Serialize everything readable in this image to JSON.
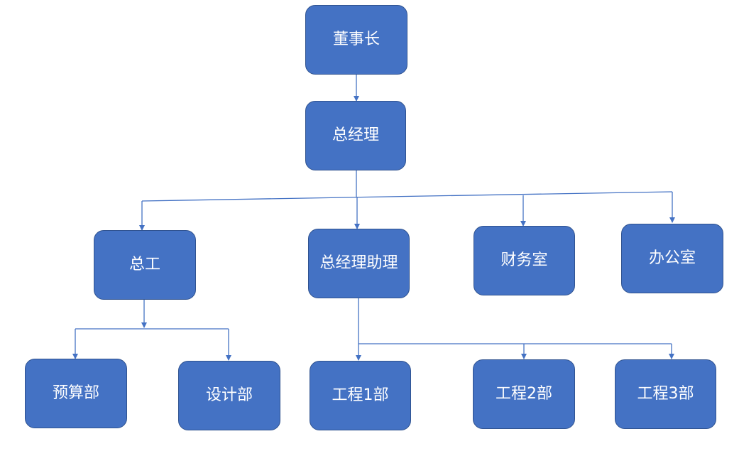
{
  "colors": {
    "box_fill": "#4472c4",
    "box_border": "#2f528f",
    "connector": "#4472c4",
    "text": "#ffffff"
  },
  "nodes": {
    "chairman": "董事长",
    "general_manager": "总经理",
    "chief_engineer": "总工",
    "gm_assistant": "总经理助理",
    "finance_office": "财务室",
    "admin_office": "办公室",
    "budget_dept": "预算部",
    "design_dept": "设计部",
    "engineering_1": "工程1部",
    "engineering_2": "工程2部",
    "engineering_3": "工程3部"
  }
}
